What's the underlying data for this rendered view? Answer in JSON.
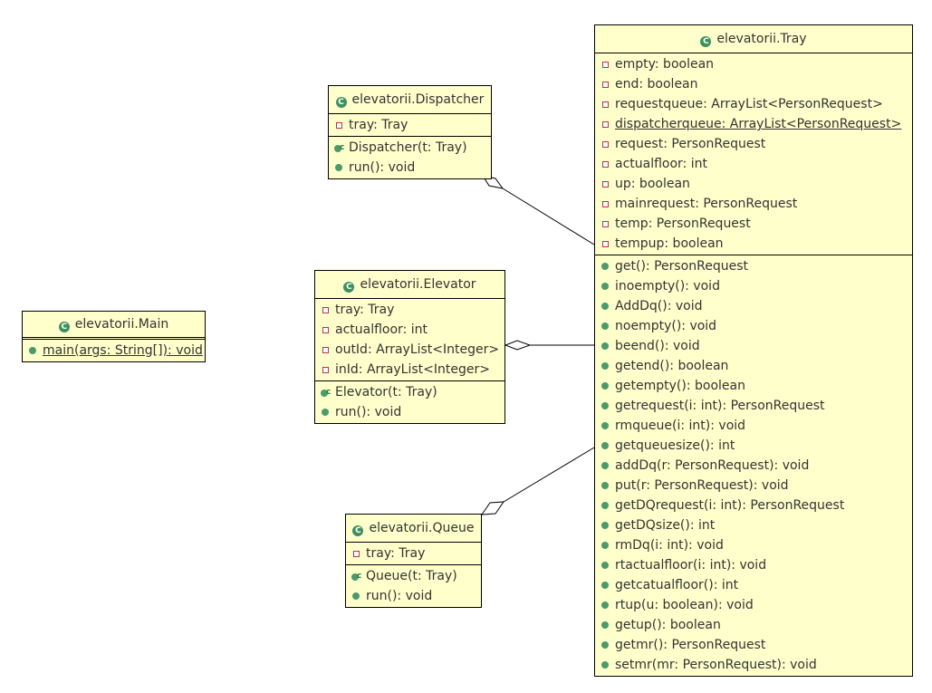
{
  "classes": {
    "tray": {
      "name": "elevatorii.Tray",
      "attributes": [
        {
          "text": "empty: boolean",
          "visibility": "private",
          "static": false
        },
        {
          "text": "end: boolean",
          "visibility": "private",
          "static": false
        },
        {
          "text": "requestqueue: ArrayList<PersonRequest>",
          "visibility": "private",
          "static": false
        },
        {
          "text": "dispatcherqueue: ArrayList<PersonRequest>",
          "visibility": "private",
          "static": true
        },
        {
          "text": "request: PersonRequest",
          "visibility": "private",
          "static": false
        },
        {
          "text": "actualfloor: int",
          "visibility": "private",
          "static": false
        },
        {
          "text": "up: boolean",
          "visibility": "private",
          "static": false
        },
        {
          "text": "mainrequest: PersonRequest",
          "visibility": "private",
          "static": false
        },
        {
          "text": "temp: PersonRequest",
          "visibility": "private",
          "static": false
        },
        {
          "text": "tempup: boolean",
          "visibility": "private",
          "static": false
        }
      ],
      "methods": [
        {
          "text": "get(): PersonRequest",
          "kind": "public"
        },
        {
          "text": "inoempty(): void",
          "kind": "public"
        },
        {
          "text": "AddDq(): void",
          "kind": "public"
        },
        {
          "text": "noempty(): void",
          "kind": "public"
        },
        {
          "text": "beend(): void",
          "kind": "public"
        },
        {
          "text": "getend(): boolean",
          "kind": "public"
        },
        {
          "text": "getempty(): boolean",
          "kind": "public"
        },
        {
          "text": "getrequest(i: int): PersonRequest",
          "kind": "public"
        },
        {
          "text": "rmqueue(i: int): void",
          "kind": "public"
        },
        {
          "text": "getqueuesize(): int",
          "kind": "public"
        },
        {
          "text": "addDq(r: PersonRequest): void",
          "kind": "public"
        },
        {
          "text": "put(r: PersonRequest): void",
          "kind": "public"
        },
        {
          "text": "getDQrequest(i: int): PersonRequest",
          "kind": "public"
        },
        {
          "text": "getDQsize(): int",
          "kind": "public"
        },
        {
          "text": "rmDq(i: int): void",
          "kind": "public"
        },
        {
          "text": "rtactualfloor(i: int): void",
          "kind": "public"
        },
        {
          "text": "getcatualfloor(): int",
          "kind": "public"
        },
        {
          "text": "rtup(u: boolean): void",
          "kind": "public"
        },
        {
          "text": "getup(): boolean",
          "kind": "public"
        },
        {
          "text": "getmr(): PersonRequest",
          "kind": "public"
        },
        {
          "text": "setmr(mr: PersonRequest): void",
          "kind": "public"
        }
      ]
    },
    "dispatcher": {
      "name": "elevatorii.Dispatcher",
      "attributes": [
        {
          "text": "tray: Tray",
          "visibility": "private",
          "static": false
        }
      ],
      "methods": [
        {
          "text": "Dispatcher(t: Tray)",
          "kind": "constructor"
        },
        {
          "text": "run(): void",
          "kind": "public"
        }
      ]
    },
    "elevator": {
      "name": "elevatorii.Elevator",
      "attributes": [
        {
          "text": "tray: Tray",
          "visibility": "private",
          "static": false
        },
        {
          "text": "actualfloor: int",
          "visibility": "private",
          "static": false
        },
        {
          "text": "outId: ArrayList<Integer>",
          "visibility": "private",
          "static": false
        },
        {
          "text": "inId: ArrayList<Integer>",
          "visibility": "private",
          "static": false
        }
      ],
      "methods": [
        {
          "text": "Elevator(t: Tray)",
          "kind": "constructor"
        },
        {
          "text": "run(): void",
          "kind": "public"
        }
      ]
    },
    "queue": {
      "name": "elevatorii.Queue",
      "attributes": [
        {
          "text": "tray: Tray",
          "visibility": "private",
          "static": false
        }
      ],
      "methods": [
        {
          "text": "Queue(t: Tray)",
          "kind": "constructor"
        },
        {
          "text": "run(): void",
          "kind": "public"
        }
      ]
    },
    "main": {
      "name": "elevatorii.Main",
      "attributes": [],
      "methods": [
        {
          "text": "main(args: String[]): void",
          "kind": "public",
          "static": true
        }
      ]
    }
  },
  "relations": [
    {
      "type": "aggregation",
      "whole": "elevatorii.Dispatcher",
      "part": "elevatorii.Tray"
    },
    {
      "type": "aggregation",
      "whole": "elevatorii.Elevator",
      "part": "elevatorii.Tray"
    },
    {
      "type": "aggregation",
      "whole": "elevatorii.Queue",
      "part": "elevatorii.Tray"
    }
  ],
  "colors": {
    "class_fill": "#ffffcc",
    "border": "#000000",
    "private_icon": "#c0304a",
    "public_icon": "#4a9a6a"
  }
}
